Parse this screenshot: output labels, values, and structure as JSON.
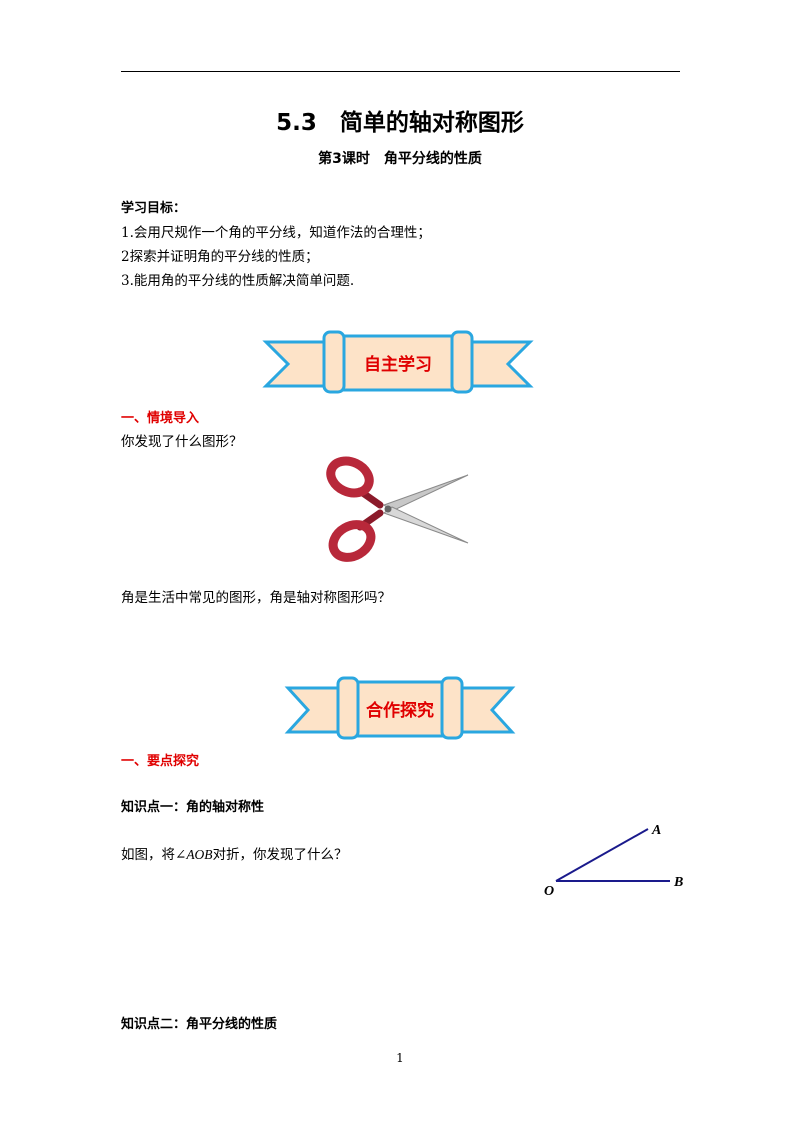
{
  "header": {
    "title": "5.3　简单的轴对称图形",
    "subtitle": "第3课时　角平分线的性质"
  },
  "objectives": {
    "heading": "学习目标：",
    "items": [
      "1.会用尺规作一个角的平分线，知道作法的合理性；",
      "2探索并证明角的平分线的性质；",
      "3.能用角的平分线的性质解决简单问题."
    ]
  },
  "banners": {
    "self_study": "自主学习",
    "cooperative": "合作探究"
  },
  "section1": {
    "heading": "一、情境导入",
    "question": "你发现了什么图形？",
    "image_icon": "scissors-icon",
    "followup": "角是生活中常见的图形，角是轴对称图形吗？"
  },
  "section2": {
    "heading": "一、要点探究",
    "point1_title": "知识点一：角的轴对称性",
    "point1_text_before": "如图，将∠",
    "point1_text_math": "AOB",
    "point1_text_after": "对折，你发现了什么？",
    "figure": {
      "label_a": "A",
      "label_o": "O",
      "label_b": "B"
    },
    "point2_title": "知识点二：角平分线的性质"
  },
  "footer": {
    "page_number": "1"
  },
  "colors": {
    "accent_red": "#e00000",
    "banner_blue": "#2aa7e0",
    "banner_fill": "#fde3c8",
    "figure_line": "#1a1a8c"
  }
}
